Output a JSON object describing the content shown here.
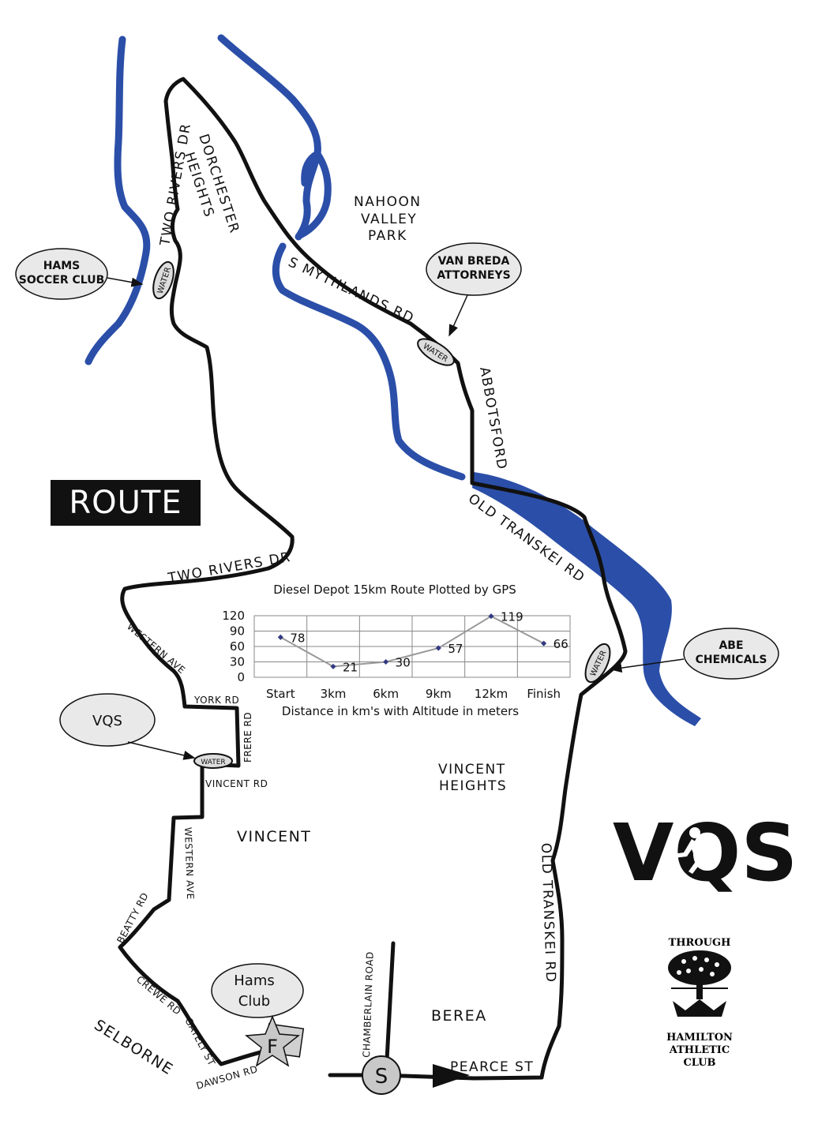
{
  "title_banner": "ROUTE",
  "area_labels": {
    "dorchester": [
      "DORCHESTER",
      "HEIGHTS"
    ],
    "nahoon": [
      "NAHOON",
      "VALLEY",
      "PARK"
    ],
    "vincent_heights": [
      "VINCENT",
      "HEIGHTS"
    ],
    "vincent": "VINCENT",
    "berea": "BEREA",
    "selborne": "SELBORNE"
  },
  "street_labels": {
    "two_rivers_top": "TWO RIVERS DR",
    "smythlands": "S MYTHLANDS RD",
    "abbotsford": "ABBOTSFORD",
    "old_transkei_top": "OLD TRANSKEI RD",
    "two_rivers_mid": "TWO RIVERS DR",
    "western_ave_top": "WESTERN AVE",
    "york": "YORK RD",
    "frere": "FRERE RD",
    "vincent_rd": "VINCENT RD",
    "western_ave": "WESTERN AVE",
    "beatty": "BEATTY RD",
    "crewe": "CREWE RD",
    "gately": "GATELY ST",
    "dawson": "DAWSON RD",
    "chamberlain": "CHAMBERLAIN ROAD",
    "old_transkei_bottom": "OLD TRANSKEI RD",
    "pearce": "PEARCE ST"
  },
  "water_stations": [
    "WATER",
    "WATER",
    "WATER",
    "WATER"
  ],
  "callouts": {
    "hams_soccer": [
      "HAMS",
      "SOCCER CLUB"
    ],
    "van_breda": [
      "VAN BREDA",
      "ATTORNEYS"
    ],
    "abe": [
      "ABE",
      "CHEMICALS"
    ],
    "vqs": "VQS",
    "hams_club": [
      "Hams",
      "Club"
    ]
  },
  "markers": {
    "start": "S",
    "finish": "F"
  },
  "brand_logo": "VQS",
  "club_logo": {
    "top": "THROUGH",
    "bottom": [
      "HAMILTON",
      "ATHLETIC",
      "CLUB"
    ]
  },
  "colors": {
    "river": "#2b4fa8",
    "route": "#111111",
    "chart_line": "#999999",
    "marker_fill": "#c8c8c8"
  },
  "chart_data": {
    "type": "line",
    "title": "Diesel Depot 15km Route Plotted by GPS",
    "xlabel": "Distance in km's with Altitude in meters",
    "ylabel": "",
    "categories": [
      "Start",
      "3km",
      "6km",
      "9km",
      "12km",
      "Finish"
    ],
    "values": [
      78,
      21,
      30,
      57,
      119,
      66
    ],
    "yticks": [
      0,
      30,
      60,
      90,
      120
    ],
    "ylim": [
      0,
      120
    ],
    "grid": true,
    "data_labels": true
  }
}
